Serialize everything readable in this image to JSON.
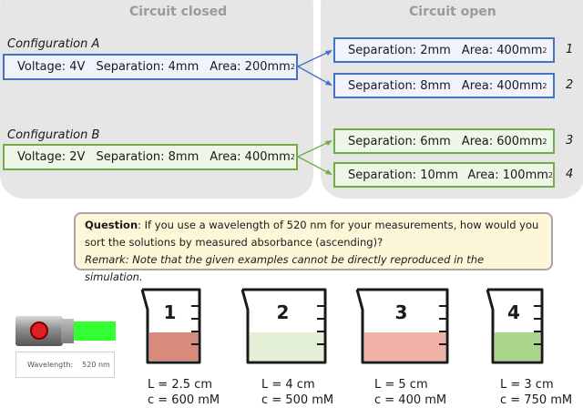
{
  "panels": {
    "closed_title": "Circuit closed",
    "open_title": "Circuit open"
  },
  "config_a": {
    "label": "Configuration A",
    "voltage": "Voltage: 4V",
    "separation": "Separation: 4mm",
    "area": "Area: 200mm",
    "area_exp": "2",
    "outputs": [
      {
        "separation": "Separation: 2mm",
        "area": "Area: 400mm",
        "area_exp": "2",
        "number": "1"
      },
      {
        "separation": "Separation: 8mm",
        "area": "Area: 400mm",
        "area_exp": "2",
        "number": "2"
      }
    ]
  },
  "config_b": {
    "label": "Configuration B",
    "voltage": "Voltage: 2V",
    "separation": "Separation: 8mm",
    "area": "Area: 400mm",
    "area_exp": "2",
    "outputs": [
      {
        "separation": "Separation: 6mm",
        "area": "Area: 600mm",
        "area_exp": "2",
        "number": "3"
      },
      {
        "separation": "Separation: 10mm",
        "area": "Area: 100mm",
        "area_exp": "2",
        "number": "4"
      }
    ]
  },
  "question": {
    "label": "Question",
    "text": ": If you use a wavelength of 520 nm for your measurements, how would you sort the solutions by measured absorbance (ascending)?",
    "remark": "Remark: Note that the given examples cannot be directly reproduced in the simulation."
  },
  "laser": {
    "wavelength_label": "Wavelength:",
    "wavelength_value": "520 nm"
  },
  "beakers": [
    {
      "number": "1",
      "length": "L = 2.5 cm",
      "conc": "c = 600 mM",
      "fill_color": "#d98a7b",
      "fill_level": 0.55
    },
    {
      "number": "2",
      "length": "L = 4 cm",
      "conc": "c = 500 mM",
      "fill_color": "#e3efd6",
      "fill_level": 0.55
    },
    {
      "number": "3",
      "length": "L = 5 cm",
      "conc": "c = 400 mM",
      "fill_color": "#f0b1a6",
      "fill_level": 0.55
    },
    {
      "number": "4",
      "length": "L = 3 cm",
      "conc": "c = 750 mM",
      "fill_color": "#a9d68b",
      "fill_level": 0.55
    }
  ]
}
